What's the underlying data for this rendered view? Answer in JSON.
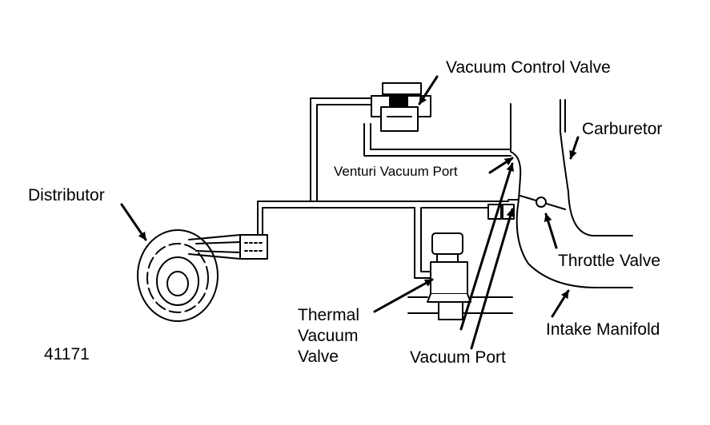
{
  "labels": {
    "vacuum_control_valve": "Vacuum Control Valve",
    "carburetor": "Carburetor",
    "venturi_vacuum_port": "Venturi Vacuum Port",
    "distributor": "Distributor",
    "throttle_valve": "Throttle Valve",
    "thermal_line1": "Thermal",
    "thermal_line2": "Vacuum",
    "thermal_line3": "Valve",
    "intake_manifold": "Intake Manifold",
    "vacuum_port": "Vacuum Port",
    "figure_number": "41171"
  },
  "colors": {
    "ink": "#000000",
    "paper": "#ffffff"
  }
}
